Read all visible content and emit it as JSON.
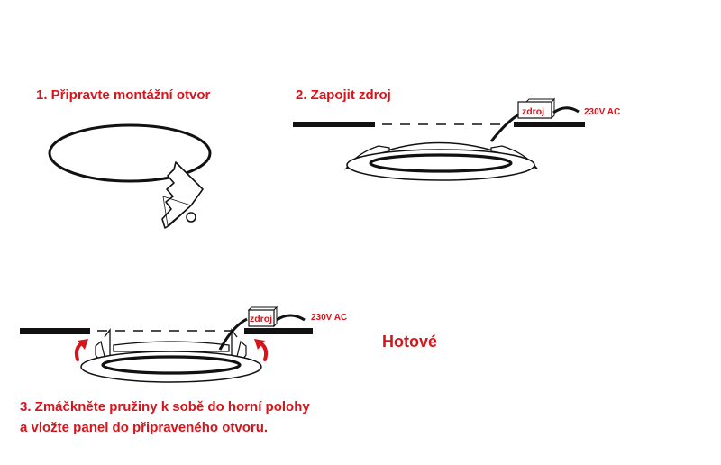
{
  "steps": [
    {
      "title": "1. Připravte montážní otvor"
    },
    {
      "title": "2. Zapojit zdroj"
    },
    {
      "title_line1": "3. Zmáčkněte pružiny   k sobě do horní polohy",
      "title_line2": "a vložte panel do připraveného otvoru."
    }
  ],
  "labels": {
    "psu": "zdroj",
    "voltage": "230V AC",
    "done": "Hotové"
  },
  "colors": {
    "accent": "#d8141b",
    "line": "#111111"
  },
  "icons": [
    "saw-icon",
    "arrow-up-icon"
  ]
}
